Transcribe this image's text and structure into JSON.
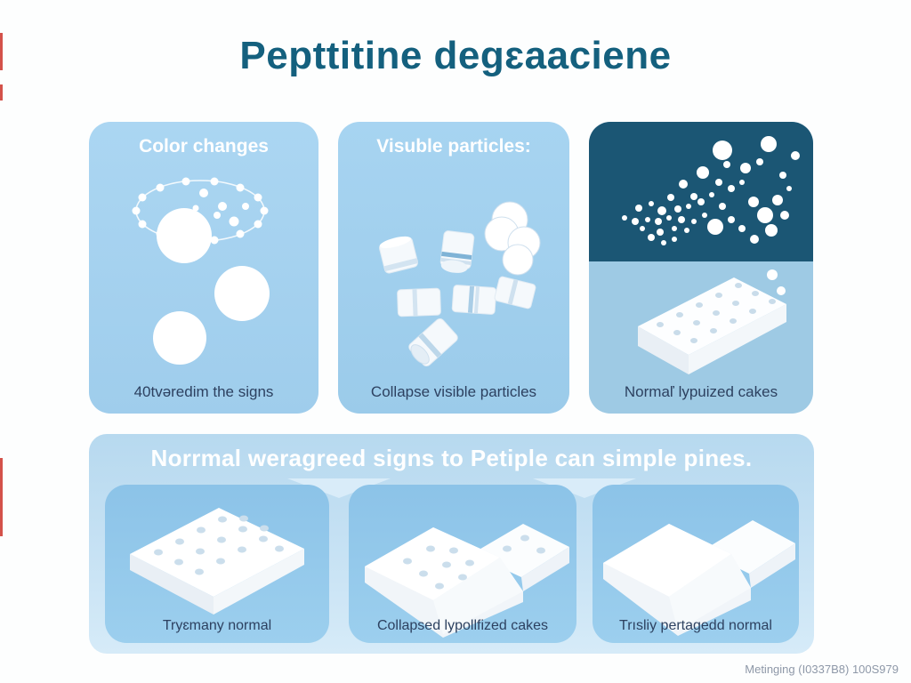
{
  "title": "Pepttitine degɛaaciene",
  "top_panels": [
    {
      "header": "Color changes",
      "caption": "40tvəredim the signs"
    },
    {
      "header": "Visuble particles:",
      "caption": "Collapse visible particles"
    },
    {
      "header": "",
      "caption": "Normaľ lypuized cakes"
    }
  ],
  "bottom_section": {
    "banner": "Norrmal weragreed signs to Petiple can simple pines.",
    "panels": [
      {
        "caption": "Tryɛmany normal"
      },
      {
        "caption": "Collapsed lypollfized cakes"
      },
      {
        "caption": "Trısliy pertagedd normal"
      }
    ]
  },
  "watermark": "Metinging (I0337B8) 100S979",
  "colors": {
    "title_teal": "#14607e",
    "panel_light_blue": "#a6d1ee",
    "panel_dark_teal": "#1b5674",
    "bottom_container_blue": "#c2e0f3",
    "sub_panel_blue": "#8cc3e8",
    "caption_navy": "#2d4160",
    "cake_white": "#ffffff",
    "watermark_gray": "#8e98a8",
    "edge_mark_red": "#d4524a"
  }
}
